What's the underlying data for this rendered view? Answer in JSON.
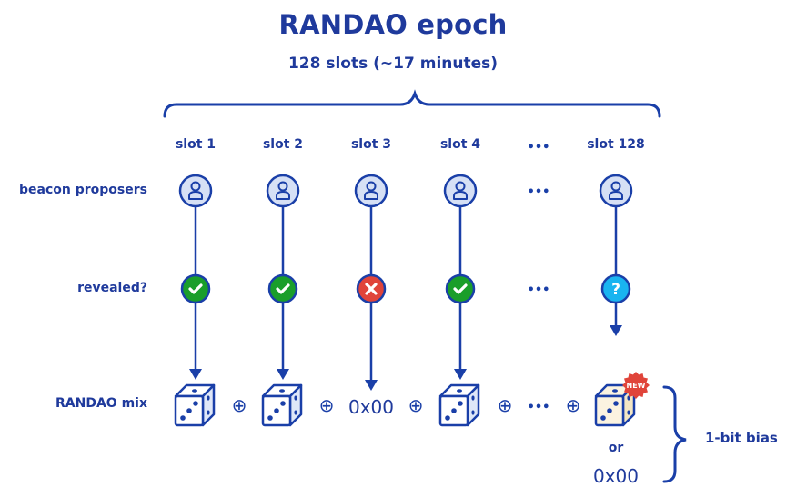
{
  "title": "RANDAO epoch",
  "subtitle": "128 slots (~17 minutes)",
  "row_labels": {
    "proposers": "beacon proposers",
    "revealed": "revealed?",
    "mix": "RANDAO mix"
  },
  "slots": [
    {
      "label": "slot 1",
      "revealed": "yes",
      "mix": "dice"
    },
    {
      "label": "slot 2",
      "revealed": "yes",
      "mix": "dice"
    },
    {
      "label": "slot 3",
      "revealed": "no",
      "mix": "0x00"
    },
    {
      "label": "slot 4",
      "revealed": "yes",
      "mix": "dice"
    },
    {
      "label": "slot 128",
      "revealed": "unknown",
      "mix": "dice-new"
    }
  ],
  "ellipsis": "•••",
  "xor_symbol": "⊕",
  "zero_value": "0x00",
  "or_label": "or",
  "alt_value": "0x00",
  "new_badge": "NEW",
  "bias_label": "1-bit bias",
  "colors": {
    "primary": "#1a3fa8",
    "yes": "#1a9e2a",
    "no": "#e0443a",
    "unknown": "#19b4f0",
    "badge": "#e0443a",
    "avatar_fill": "#d6e0f5",
    "new_dice_fill": "#fbf3e0"
  }
}
